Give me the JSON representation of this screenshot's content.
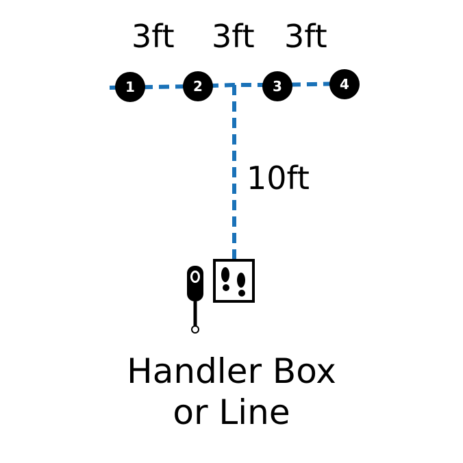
{
  "diagram": {
    "markers": [
      {
        "number": "1"
      },
      {
        "number": "2"
      },
      {
        "number": "3"
      },
      {
        "number": "4"
      }
    ],
    "spacing_labels": [
      "3ft",
      "3ft",
      "3ft"
    ],
    "distance_label": "10ft",
    "caption_line1": "Handler Box",
    "caption_line2": "or Line",
    "colors": {
      "dashed_line": "#1a72b8",
      "marker_fill": "#000000",
      "marker_text": "#ffffff"
    },
    "icons": [
      "clicker-icon",
      "footprints-box-icon"
    ]
  }
}
